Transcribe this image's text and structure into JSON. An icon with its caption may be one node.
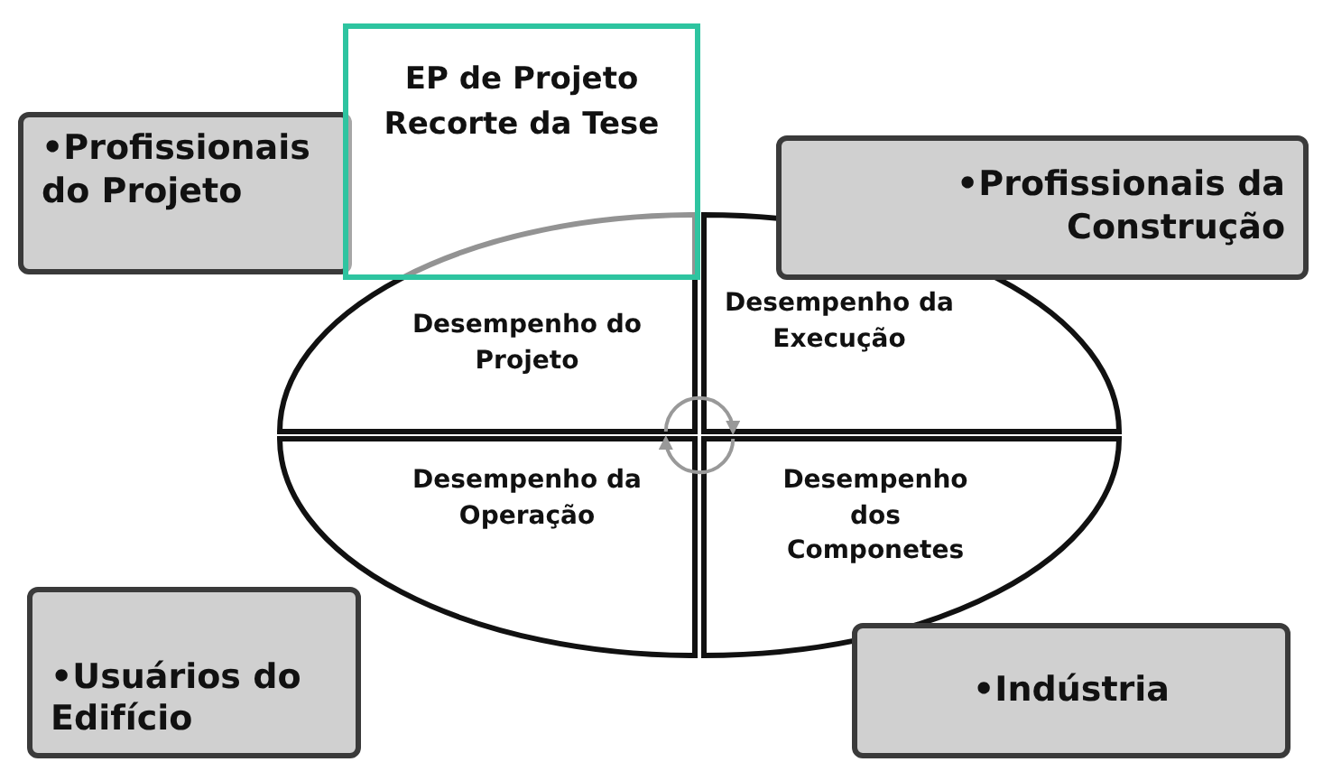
{
  "diagram": {
    "nodes": [
      {
        "text": [
          "EP de Projeto Recorte da Tese"
        ]
      },
      {
        "text": [
          "•Profissionais do Projeto"
        ]
      },
      {
        "text": [
          "•Profissionais da Construção"
        ]
      },
      {
        "text": [
          "Desempenho do Projeto"
        ]
      },
      {
        "text": [
          "Desempenho da Execução"
        ]
      },
      {
        "text": [
          "Desempenho da Operação"
        ]
      },
      {
        "text": [
          "Desempenho dos Componetes"
        ]
      },
      {
        "text": [
          "•Usuários do Edifício"
        ]
      },
      {
        "text": [
          "•Indústria"
        ]
      }
    ],
    "edges": [
      {
        "from": 3,
        "to": 4,
        "arrow": "to"
      },
      {
        "from": 6,
        "to": 5,
        "arrow": "to"
      }
    ]
  }
}
